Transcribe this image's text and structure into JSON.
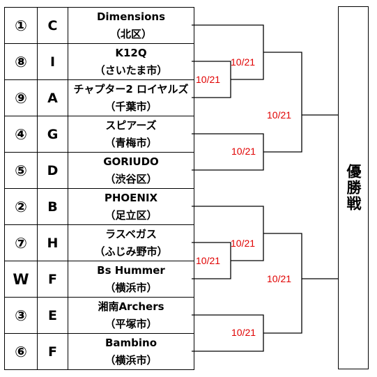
{
  "teams": [
    {
      "seed": "①",
      "group": "C",
      "name": "Dimensions",
      "area": "（北区）"
    },
    {
      "seed": "⑧",
      "group": "I",
      "name": "K12Q",
      "area": "（さいたま市）"
    },
    {
      "seed": "⑨",
      "group": "A",
      "name": "チャプター2 ロイヤルズ",
      "area": "（千葉市）"
    },
    {
      "seed": "④",
      "group": "G",
      "name": "スピアーズ",
      "area": "（青梅市）"
    },
    {
      "seed": "⑤",
      "group": "D",
      "name": "GORIUDO",
      "area": "（渋谷区）"
    },
    {
      "seed": "②",
      "group": "B",
      "name": "PHOENIX",
      "area": "（足立区）"
    },
    {
      "seed": "⑦",
      "group": "H",
      "name": "ラスベガス",
      "area": "（ふじみ野市）"
    },
    {
      "seed": "W",
      "group": "F",
      "name": "Bs Hummer",
      "area": "（横浜市）"
    },
    {
      "seed": "③",
      "group": "E",
      "name": "湘南Archers",
      "area": "（平塚市）"
    },
    {
      "seed": "⑥",
      "group": "F",
      "name": "Bambino",
      "area": "（横浜市）"
    }
  ],
  "match_dates": [
    {
      "id": "m-8-9",
      "date": "10/21"
    },
    {
      "id": "m-1-w89",
      "date": "10/21"
    },
    {
      "id": "m-4-5",
      "date": "10/21"
    },
    {
      "id": "m-top-semi",
      "date": "10/21"
    },
    {
      "id": "m-7-w",
      "date": "10/21"
    },
    {
      "id": "m-2-w7w",
      "date": "10/21"
    },
    {
      "id": "m-3-6",
      "date": "10/21"
    },
    {
      "id": "m-bottom-semi",
      "date": "10/21"
    }
  ],
  "champion": "優勝戦",
  "colors": {
    "date_text": "#e00000",
    "lines": "#000000",
    "background": "#ffffff"
  }
}
